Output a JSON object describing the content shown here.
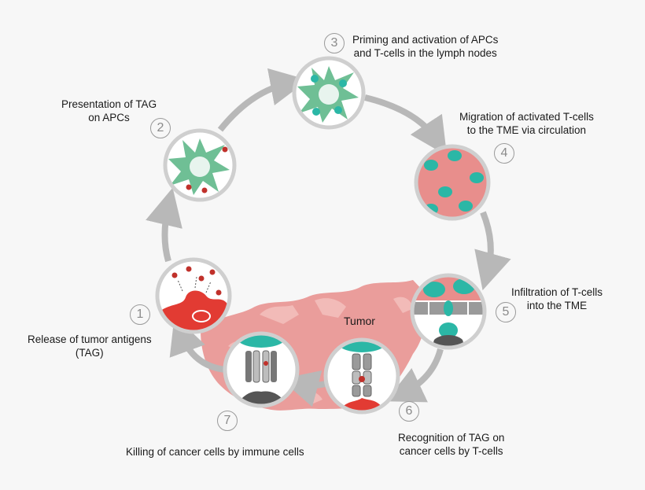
{
  "colors": {
    "arrow": "#b8b8b8",
    "apc": "#6fbf95",
    "apc_inner": "#e8f4ee",
    "tag": "#c0312b",
    "tcell": "#2bb7a6",
    "tissue": "#e88e8c",
    "tumor_cell": "#e23b33",
    "circle_border": "#cfcfcf"
  },
  "steps": [
    {
      "number": "1",
      "label": [
        "Release of tumor antigens",
        "(TAG)"
      ]
    },
    {
      "number": "2",
      "label": [
        "Presentation of TAG",
        "on APCs"
      ]
    },
    {
      "number": "3",
      "label": [
        "Priming and activation of APCs",
        "and T-cells in the lymph nodes"
      ]
    },
    {
      "number": "4",
      "label": [
        "Migration of activated T-cells",
        "to the TME via circulation"
      ]
    },
    {
      "number": "5",
      "label": [
        "Infiltration of T-cells",
        "into the TME"
      ]
    },
    {
      "number": "6",
      "label": [
        "Recognition of TAG on",
        "cancer cells by T-cells"
      ]
    },
    {
      "number": "7",
      "label": [
        "Killing of cancer cells by immune cells"
      ]
    }
  ],
  "tumor_label": "Tumor"
}
